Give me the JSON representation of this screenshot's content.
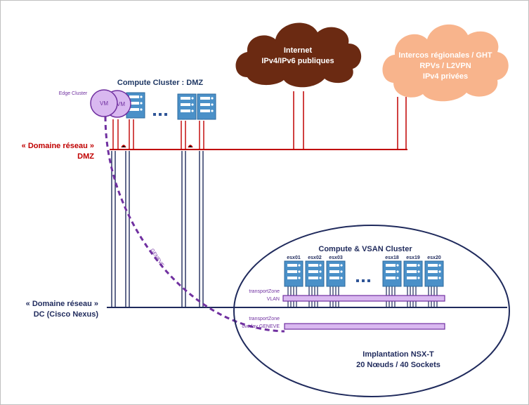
{
  "colors": {
    "dmz_red": "#c00000",
    "dc_navy": "#1f2a5c",
    "internet_cloud": "#6b2a12",
    "interco_cloud": "#f8b48c",
    "server_blue": "#4a90c8",
    "purple": "#7030a0",
    "purple_fill": "#d9b8f0"
  },
  "clouds": {
    "internet": {
      "line1": "Internet",
      "line2": "IPv4/IPv6 publiques"
    },
    "interco": {
      "line1": "Intercos régionales / GHT",
      "line2": "RPVs / L2VPN",
      "line3": "IPv4 privées"
    }
  },
  "dmz": {
    "cluster_title": "Compute Cluster : DMZ",
    "edge_cluster_label": "Edge Cluster",
    "vm_label_front": "VM",
    "vm_label_back": "VM",
    "ellipsis": "• • •",
    "domain_label": "« Domaine réseau »",
    "domain_name": "DMZ",
    "server_icon": "server-icon"
  },
  "dc": {
    "domain_label": "« Domaine réseau »",
    "domain_name": "DC (Cisco Nexus)"
  },
  "geneve_label": "GENEVE",
  "nsx": {
    "cluster_title": "Compute & VSAN Cluster",
    "hosts": [
      "esx01",
      "esx02",
      "esx03",
      "esx18",
      "esx19",
      "esx20"
    ],
    "ellipsis": "• • •",
    "tz_vlan_line1": "transportZone",
    "tz_vlan_line2": "VLAN",
    "tz_overlay_line1": "transportZone",
    "tz_overlay_line2": "overlay GENEVE",
    "impl_line1": "Implantation NSX-T",
    "impl_line2": "20 Nœuds / 40 Sockets"
  }
}
